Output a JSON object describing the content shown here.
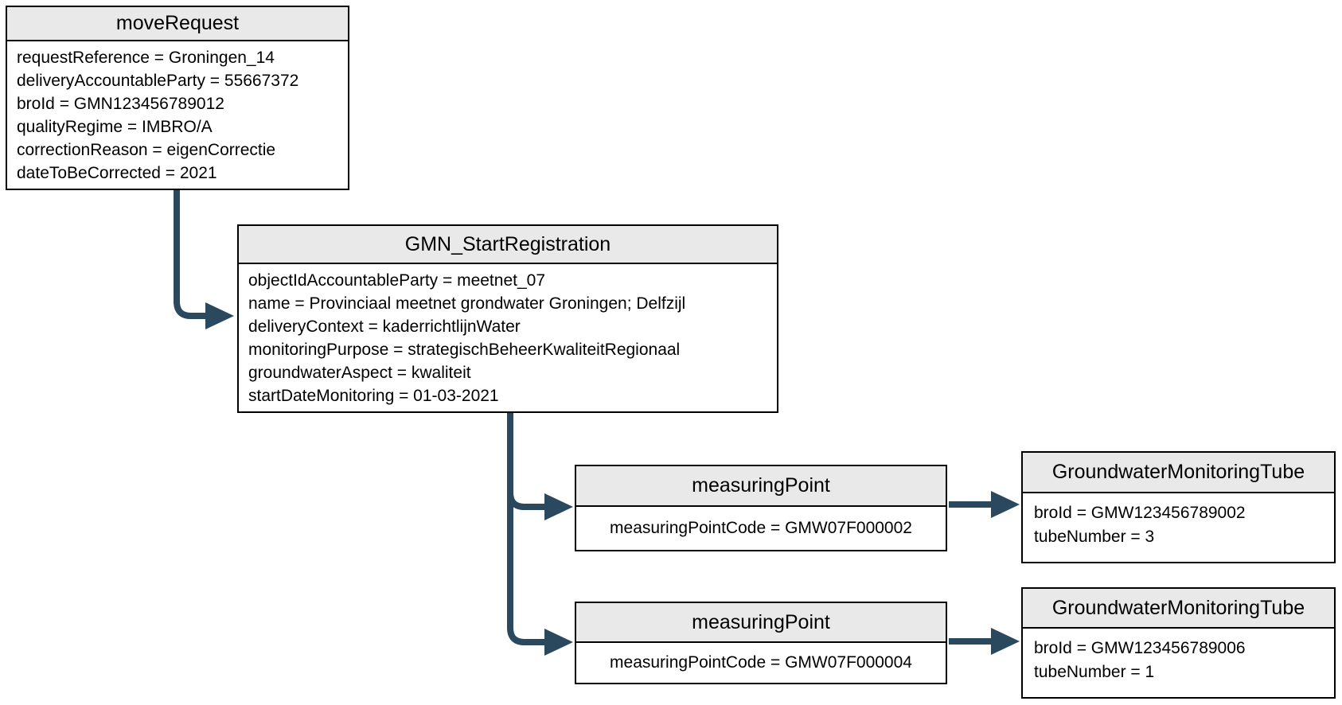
{
  "diagram": {
    "colors": {
      "background": "#ffffff",
      "text": "#000000",
      "border": "#000000",
      "header_fill": "#e9e9e9",
      "arrow": "#2a495e"
    },
    "nodes": [
      {
        "title": "moveRequest",
        "attributes": [
          "requestReference = Groningen_14",
          "deliveryAccountableParty = 55667372",
          "broId = GMN123456789012",
          "qualityRegime = IMBRO/A",
          "correctionReason = eigenCorrectie",
          "dateToBeCorrected = 2021"
        ]
      },
      {
        "title": "GMN_StartRegistration",
        "attributes": [
          "objectIdAccountableParty = meetnet_07",
          "name = Provinciaal meetnet grondwater Groningen; Delfzijl",
          "deliveryContext = kaderrichtlijnWater",
          "monitoringPurpose = strategischBeheerKwaliteitRegionaal",
          "groundwaterAspect = kwaliteit",
          "startDateMonitoring = 01-03-2021"
        ]
      },
      {
        "title": "measuringPoint",
        "attributes": [
          "measuringPointCode = GMW07F000002"
        ]
      },
      {
        "title": "measuringPoint",
        "attributes": [
          "measuringPointCode = GMW07F000004"
        ]
      },
      {
        "title": "GroundwaterMonitoringTube",
        "attributes": [
          "broId = GMW123456789002",
          "tubeNumber = 3"
        ]
      },
      {
        "title": "GroundwaterMonitoringTube",
        "attributes": [
          "broId = GMW123456789006",
          "tubeNumber = 1"
        ]
      }
    ],
    "connectors": [
      {
        "from": "moveRequest",
        "to": "GMN_StartRegistration"
      },
      {
        "from": "GMN_StartRegistration",
        "to": "measuringPoint (GMW07F000002)"
      },
      {
        "from": "GMN_StartRegistration",
        "to": "measuringPoint (GMW07F000004)"
      },
      {
        "from": "measuringPoint (GMW07F000002)",
        "to": "GroundwaterMonitoringTube (GMW123456789002)"
      },
      {
        "from": "measuringPoint (GMW07F000004)",
        "to": "GroundwaterMonitoringTube (GMW123456789006)"
      }
    ]
  }
}
